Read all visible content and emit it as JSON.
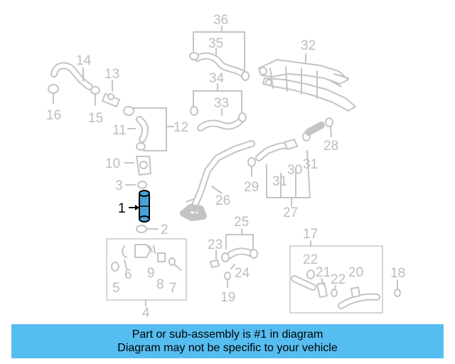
{
  "callouts": {
    "n1": "1",
    "n2": "2",
    "n3": "3",
    "n4": "4",
    "n5": "5",
    "n6": "6",
    "n7": "7",
    "n8": "8",
    "n9": "9",
    "n10": "10",
    "n11": "11",
    "n12": "12",
    "n13": "13",
    "n14": "14",
    "n15": "15",
    "n16": "16",
    "n17": "17",
    "n18": "18",
    "n19": "19",
    "n20": "20",
    "n21": "21",
    "n22a": "22",
    "n22b": "22",
    "n23": "23",
    "n24": "24",
    "n25": "25",
    "n26": "26",
    "n27": "27",
    "n28": "28",
    "n29": "29",
    "n30": "30",
    "n31a": "31",
    "n31b": "31",
    "n32": "32",
    "n33": "33",
    "n34": "34",
    "n35": "35",
    "n36": "36"
  },
  "highlight": {
    "part": "1",
    "color": "#4aa3d8"
  },
  "banner": {
    "line1": "Part or sub-assembly is #1 in diagram",
    "line2": "Diagram may not be specific to your vehicle",
    "background": "#56bdf0"
  }
}
